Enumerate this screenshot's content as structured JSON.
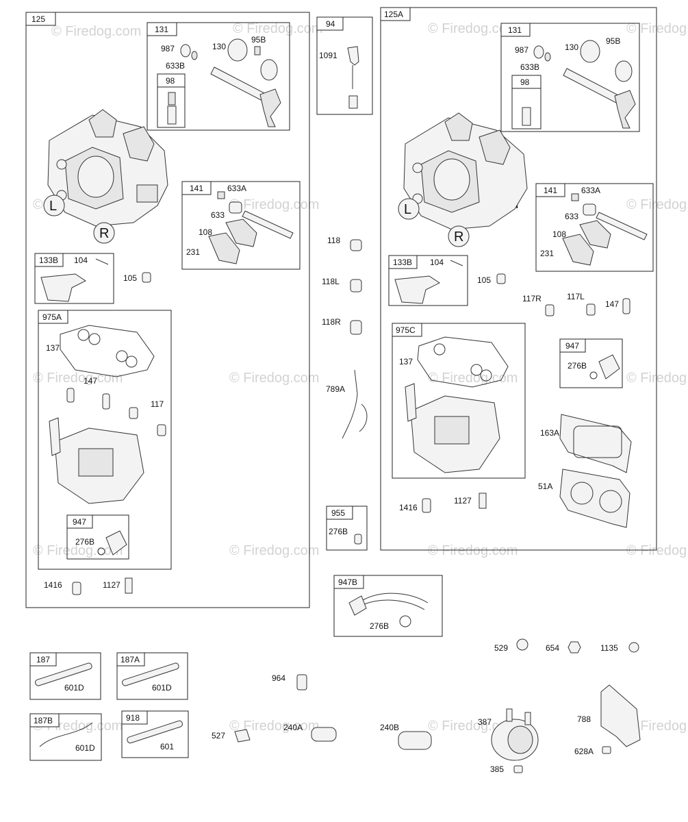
{
  "watermark": "© Firedog.com",
  "callouts": {
    "l": "L",
    "r": "R",
    "l2": "L",
    "r2": "R"
  },
  "boxes": {
    "b125": "125",
    "b131": "131",
    "b98": "98",
    "b141": "141",
    "b133b": "133B",
    "b975a": "975A",
    "b947a": "947",
    "b94": "94",
    "b125a": "125A",
    "b131b": "131",
    "b98b": "98",
    "b141b": "141",
    "b133bb": "133B",
    "b975c": "975C",
    "b947b": "947",
    "b955": "955",
    "b947bb": "947B",
    "b187": "187",
    "b187a": "187A",
    "b187b": "187B",
    "b918": "918"
  },
  "labels": {
    "l987": "987",
    "l633b": "633B",
    "l130": "130",
    "l95b": "95B",
    "l633a": "633A",
    "l633": "633",
    "l108": "108",
    "l231": "231",
    "l104": "104",
    "l105": "105",
    "l137": "137",
    "l147": "147",
    "l117": "117",
    "l276b": "276B",
    "l1416": "1416",
    "l1127": "1127",
    "l1091": "1091",
    "l118": "118",
    "l118l": "118L",
    "l118r": "118R",
    "l789a": "789A",
    "l276b955": "276B",
    "r987": "987",
    "r633b": "633B",
    "r130": "130",
    "r95b": "95B",
    "r633a": "633A",
    "r633": "633",
    "r108": "108",
    "r231": "231",
    "r104": "104",
    "r105": "105",
    "r117r": "117R",
    "r117l": "117L",
    "r147": "147",
    "r276b": "276B",
    "r137": "137",
    "r163a": "163A",
    "r51a": "51A",
    "r1416": "1416",
    "r1127": "1127",
    "l276b947b": "276B",
    "l529": "529",
    "l654": "654",
    "l1135": "1135",
    "l601d1": "601D",
    "l601d2": "601D",
    "l601d3": "601D",
    "l601": "601",
    "l964": "964",
    "l527": "527",
    "l240a": "240A",
    "l240b": "240B",
    "l387": "387",
    "l385": "385",
    "l788": "788",
    "l628a": "628A"
  }
}
